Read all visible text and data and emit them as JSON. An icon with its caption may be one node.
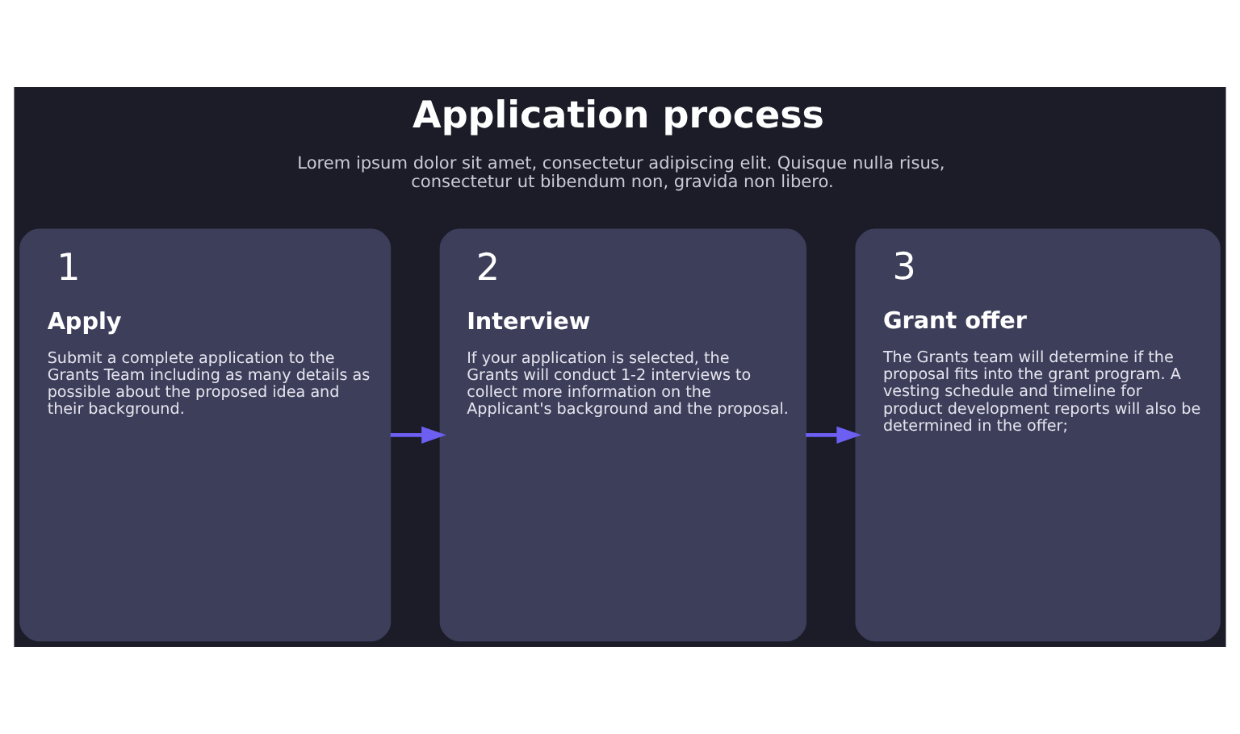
{
  "diagram": {
    "title": "Application process",
    "nodes": [
      {
        "text": [
          "1",
          "Apply",
          "Submit a complete application to the Grants Team including as many details as possible about the proposed idea and their background."
        ]
      },
      {
        "text": [
          "2",
          "Interview",
          "If your application is selected, the Grants will conduct 1-2 interviews to collect more information on the Applicant's background and the proposal."
        ]
      },
      {
        "text": [
          "3",
          "Grant offer",
          "The Grants team will determine if the proposal fits into the grant program. A vesting schedule and timeline for product development reports will also be determined in the offer;"
        ]
      }
    ],
    "edges": [
      {
        "from": 0,
        "to": 1,
        "arrow": "to"
      },
      {
        "from": 1,
        "to": 2,
        "arrow": "to"
      }
    ],
    "labels": [
      "Lorem ipsum dolor sit amet, consectetur adipiscing elit. Quisque nulla risus, consectetur ut bibendum non, gravida non libero."
    ]
  }
}
